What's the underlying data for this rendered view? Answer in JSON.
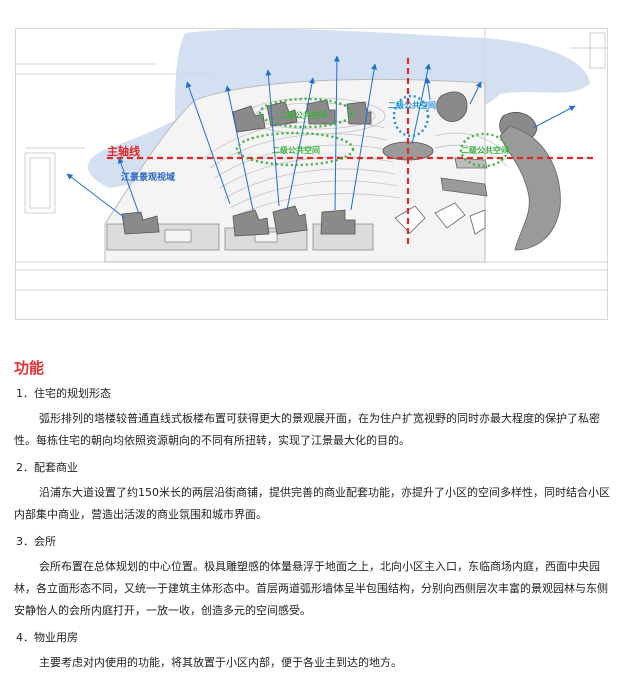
{
  "diagram": {
    "labels": {
      "main_axis": "主轴线",
      "river_view": "江景景观视域",
      "public_space_1": "二级公共空间",
      "public_space_2": "二级公共空间",
      "public_space_3": "二级公共空间",
      "public_space_4": "二级公共空间"
    },
    "colors": {
      "axis": "#e02828",
      "public_space": "#3ab040",
      "view_arrow": "#1f6fd0",
      "view_zone": "#c8d8ee",
      "public_space_blue": "#1e90e0",
      "building": "#8a8a8a"
    }
  },
  "document": {
    "heading": "功能",
    "sections": [
      {
        "title": "1．住宅的规划形态",
        "paragraphs": [
          "弧形排列的塔楼较普通直线式板楼布置可获得更大的景观展开面，在为住户扩宽视野的同时亦最大程度的保护了私密性。每栋住宅的朝向均依照资源朝向的不同有所扭转，实现了江景最大化的目的。"
        ]
      },
      {
        "title": "2．配套商业",
        "paragraphs": [
          "沿浦东大道设置了约150米长的两层沿街商铺，提供完善的商业配套功能，亦提升了小区的空间多样性，同时结合小区内部集中商业，营造出活泼的商业氛围和城市界面。"
        ]
      },
      {
        "title": "3．会所",
        "paragraphs": [
          "会所布置在总体规划的中心位置。极具雕塑感的体量悬浮于地面之上，北向小区主入口，东临商场内庭，西面中央园林，各立面形态不同，又统一于建筑主体形态中。首层两道弧形墙体呈半包围结构，分别向西侧层次丰富的景观园林与东侧安静怡人的会所内庭打开，一放一收，创造多元的空间感受。"
        ]
      },
      {
        "title": "4．物业用房",
        "paragraphs": [
          "主要考虑对内使用的功能，将其放置于小区内部，便于各业主到达的地方。"
        ]
      }
    ]
  }
}
